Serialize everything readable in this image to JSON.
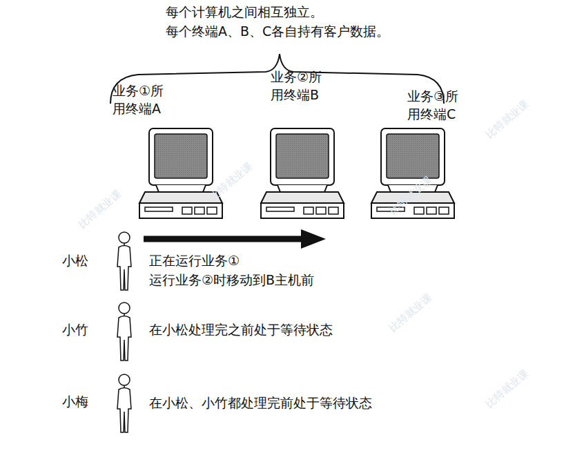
{
  "diagram": {
    "labels": [
      "每个计算机之间相互独立。",
      "每个终端A、B、C各自持有客户数据。",
      "业务①所",
      "用终端A",
      "业务②所",
      "用终端B",
      "业务③所",
      "用终端C",
      "小松",
      "正在运行业务①",
      "运行业务②时移动到B主机前",
      "小竹",
      "在小松处理完之前处于等待状态",
      "小梅",
      "在小松、小竹都处理完前处于等待状态",
      "比特就业课",
      "比特就业课",
      "比特就业课",
      "比特就业课",
      "比特就业课",
      "比特就业课"
    ]
  }
}
